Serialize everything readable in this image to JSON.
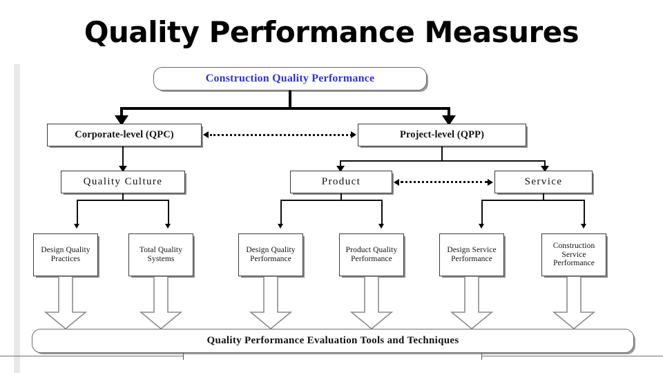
{
  "page": {
    "title": "Quality Performance Measures"
  },
  "diagram": {
    "root": {
      "label": "Construction Quality Performance",
      "color": "#3333cc"
    },
    "level2": [
      {
        "label": "Corporate-level (QPC)"
      },
      {
        "label": "Project-level (QPP)"
      }
    ],
    "level3": [
      {
        "label": "Quality Culture"
      },
      {
        "label": "Product"
      },
      {
        "label": "Service"
      }
    ],
    "level4": [
      {
        "line1": "Design Quality",
        "line2": "Practices",
        "line3": ""
      },
      {
        "line1": "Total Quality",
        "line2": "Systems",
        "line3": ""
      },
      {
        "line1": "Design Quality",
        "line2": "Performance",
        "line3": ""
      },
      {
        "line1": "Product Quality",
        "line2": "Performance",
        "line3": ""
      },
      {
        "line1": "Design Service",
        "line2": "Performance",
        "line3": ""
      },
      {
        "line1": "Construction",
        "line2": "Service",
        "line3": "Performance"
      }
    ],
    "footer": {
      "label": "Quality Performance Evaluation Tools and Techniques"
    },
    "connectors": {
      "qpc_qpp_link": "bidirectional-dotted",
      "product_service_link": "bidirectional-dotted"
    }
  }
}
